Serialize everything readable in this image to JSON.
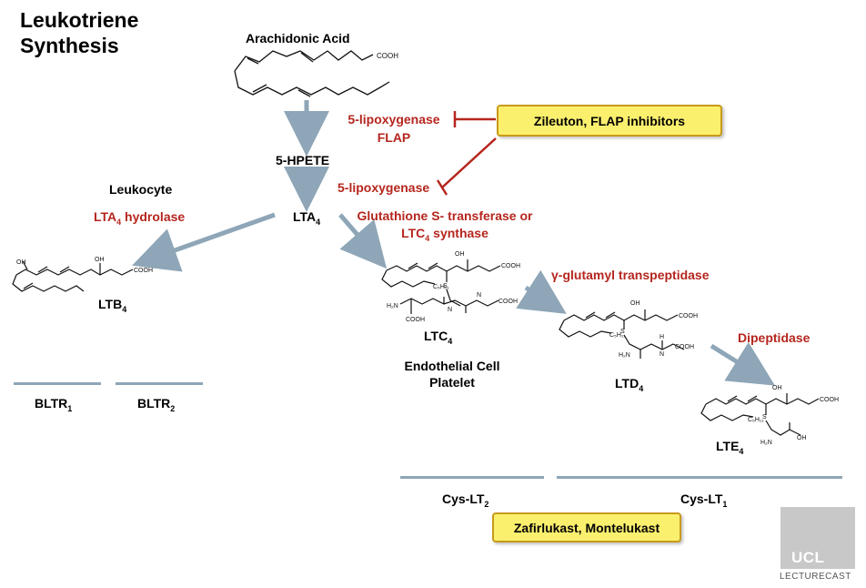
{
  "title": {
    "line1": "Leukotriene",
    "line2": "Synthesis"
  },
  "molecules": {
    "arachidonic_acid": "Arachidonic Acid",
    "cooh": "COOH",
    "hpete": "5-HPETE",
    "lta4": {
      "base": "LTA",
      "sub": "4"
    },
    "ltb4": {
      "base": "LTB",
      "sub": "4"
    },
    "ltc4": {
      "base": "LTC",
      "sub": "4"
    },
    "ltd4": {
      "base": "LTD",
      "sub": "4"
    },
    "lte4": {
      "base": "LTE",
      "sub": "4"
    },
    "oh": "OH",
    "s": "S",
    "h": "H",
    "n": "N",
    "h2n": "H₂N",
    "c5h11": "C₅H₁₁"
  },
  "enzymes": {
    "lipox_flap_line1": "5-lipoxygenase",
    "lipox_flap_line2": "FLAP",
    "lipox2": "5-lipoxygenase",
    "lta4_hydrolase": {
      "pre": "LTA",
      "sub": "4",
      "post": " hydrolase"
    },
    "gst_line1": "Glutathione S- transferase or",
    "gst_line2": {
      "pre": "LTC",
      "sub": "4",
      "post": " synthase"
    },
    "ggt": "γ-glutamyl transpeptidase",
    "dipeptidase": "Dipeptidase"
  },
  "cells": {
    "leukocyte": "Leukocyte",
    "endothelial": "Endothelial Cell",
    "platelet": "Platelet"
  },
  "inhibitors": {
    "zileuton": "Zileuton, FLAP inhibitors",
    "zafirlukast": "Zafirlukast, Montelukast"
  },
  "receptors": {
    "bltr1": {
      "base": "BLTR",
      "sub": "1"
    },
    "bltr2": {
      "base": "BLTR",
      "sub": "2"
    },
    "cyslt2": {
      "base": "Cys-LT",
      "sub": "2"
    },
    "cyslt1": {
      "base": "Cys-LT",
      "sub": "1"
    }
  },
  "branding": {
    "ucl": "UCL",
    "lecturecast": "LECTURECAST"
  },
  "colors": {
    "arrow": "#8ea6b7",
    "enzyme": "#b5261e",
    "box_fill": "#fbf06e",
    "box_border": "#c89a1b"
  }
}
